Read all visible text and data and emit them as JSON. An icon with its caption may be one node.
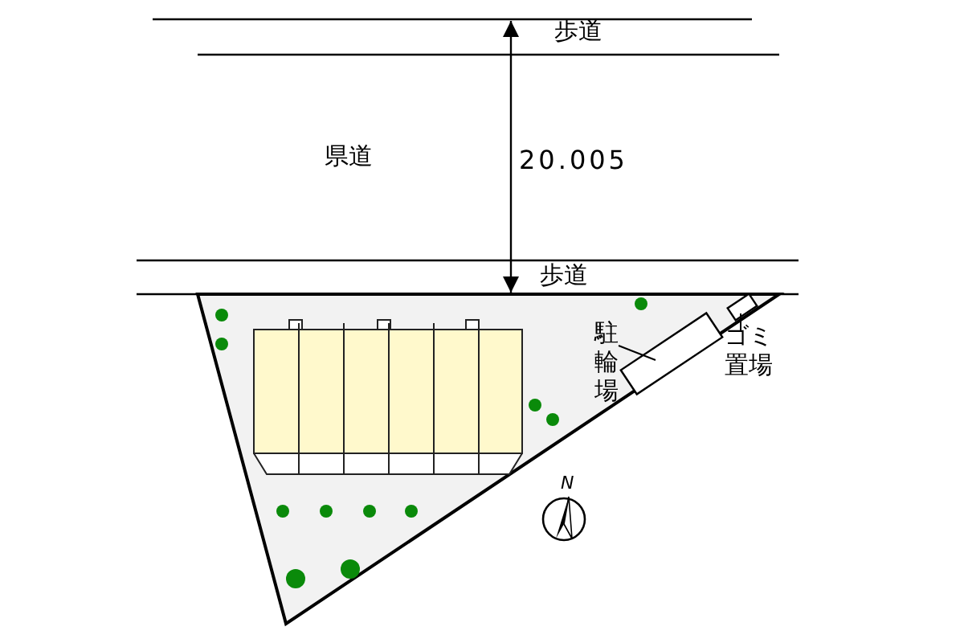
{
  "diagram": {
    "nodes": [
      {
        "text": [
          "駐輪場"
        ]
      },
      {
        "text": [],
        "shape": "box"
      },
      {
        "text": [
          "ゴミ置場"
        ]
      },
      {
        "text": [],
        "shape": "box"
      }
    ],
    "edges": [
      {
        "from": 0,
        "to": 1,
        "arrow": "none"
      },
      {
        "from": 2,
        "to": 3,
        "arrow": "none"
      }
    ],
    "labels": [
      "歩道",
      "県道",
      "20.005",
      "歩道",
      "N"
    ]
  }
}
